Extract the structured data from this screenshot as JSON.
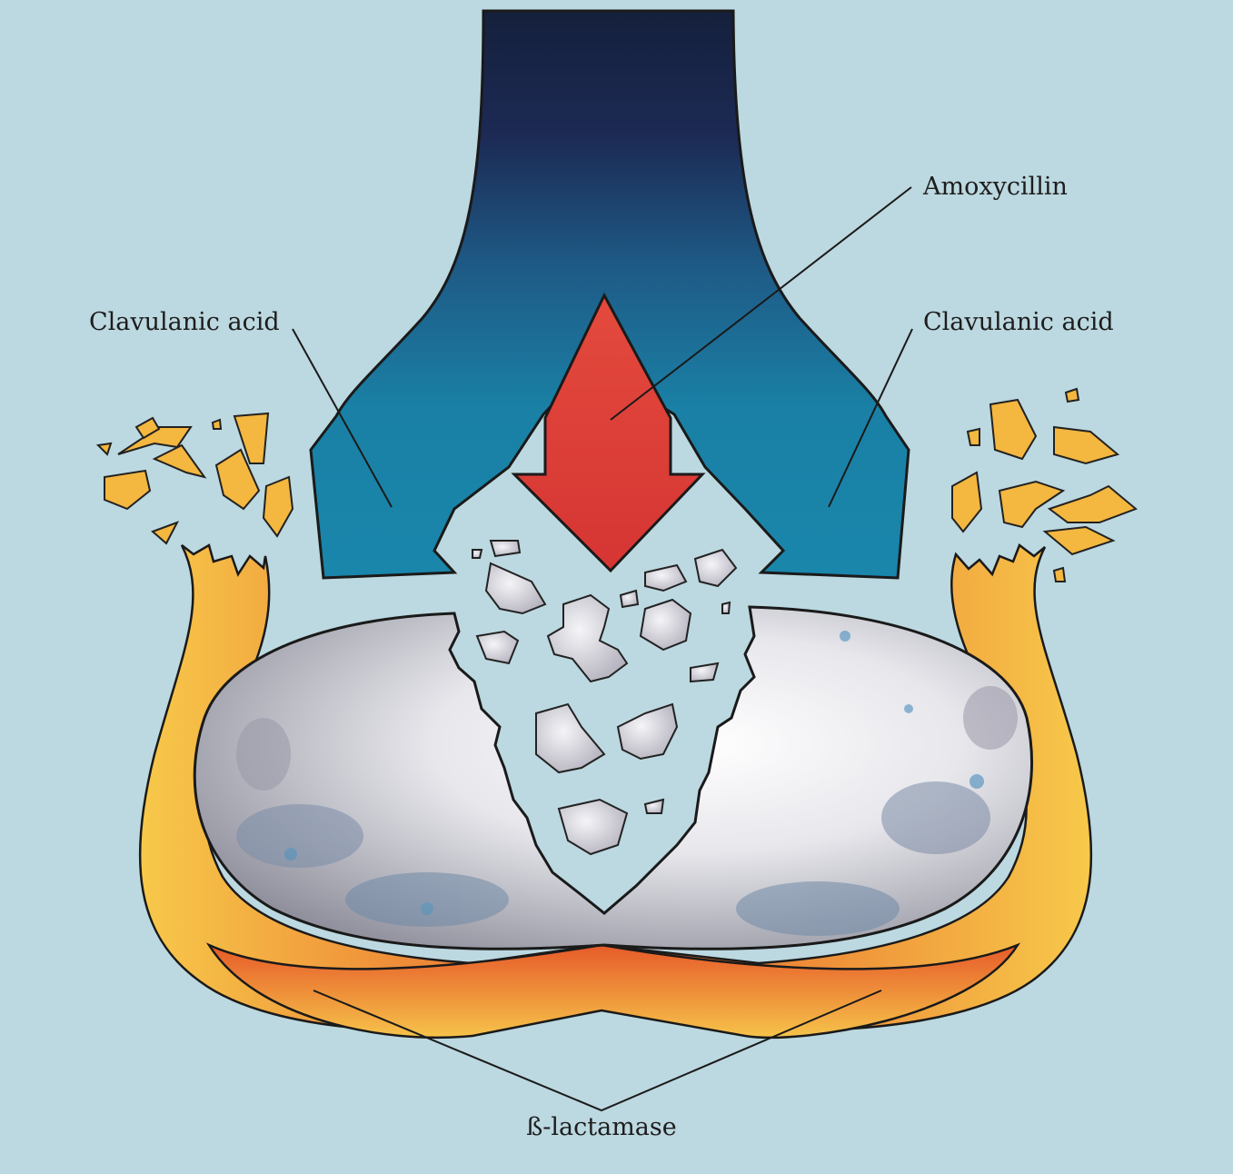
{
  "labels": {
    "amoxycillin": "Amoxycillin",
    "clavulanic_left": "Clavulanic acid",
    "clavulanic_right": "Clavulanic acid",
    "beta_lactamase": "ß-lactamase"
  },
  "colors": {
    "background": "#bcd8e0",
    "clavulanic_arrow": "#1a7fa4",
    "clavulanic_arrow_top": "#15213f",
    "amoxycillin_arrow": "#dd3b38",
    "beta_lactamase_outer": "#f6c445",
    "beta_lactamase_inner": "#e9622a",
    "bacterium": "#dcdde3",
    "fragments_orange": "#f4b73f",
    "fragments_grey": "#c9c8cf"
  },
  "icons": {
    "bacterium": "bacterium-cell",
    "beta_lactamase_layer": "enzyme-layer",
    "amoxycillin_arrow": "arrow-down",
    "clavulanic_arrows": "split-arrow"
  }
}
